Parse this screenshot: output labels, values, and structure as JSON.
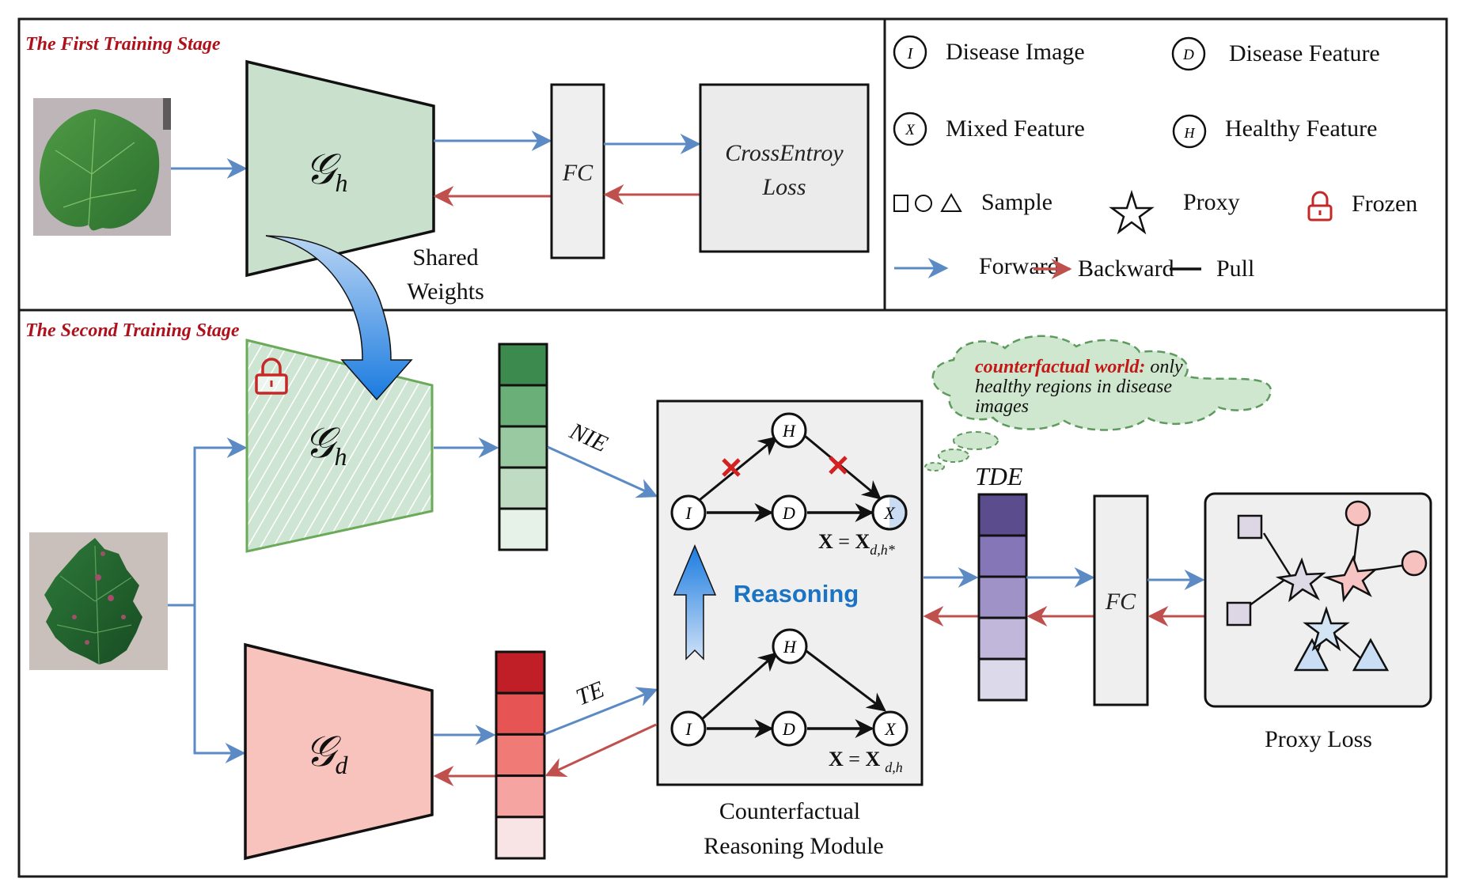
{
  "stage1": {
    "title": "The First Training Stage",
    "encoder_symbol": "𝒢",
    "encoder_subscript": "h",
    "fc_label": "FC",
    "loss_label_line1": "CrossEntroy",
    "loss_label_line2": "Loss",
    "shared_weights_line1": "Shared",
    "shared_weights_line2": "Weights",
    "input_image": "healthy-leaf"
  },
  "legend": {
    "items": [
      {
        "symbol": "I",
        "label": "Disease Image"
      },
      {
        "symbol": "D",
        "label": "Disease Feature"
      },
      {
        "symbol": "X",
        "label": "Mixed Feature"
      },
      {
        "symbol": "H",
        "label": "Healthy Feature"
      }
    ],
    "sample_label": "Sample",
    "proxy_label": "Proxy",
    "frozen_label": "Frozen",
    "forward_label": "Forward",
    "backward_label": "Backward",
    "pull_label": "Pull"
  },
  "stage2": {
    "title": "The Second Training Stage",
    "healthy_encoder_symbol": "𝒢",
    "healthy_encoder_subscript": "h",
    "disease_encoder_symbol": "𝒢",
    "disease_encoder_subscript": "d",
    "nie_label": "NIE",
    "te_label": "TE",
    "tde_label": "TDE",
    "fc_label": "FC",
    "proxy_loss_label": "Proxy Loss",
    "input_image": "diseased-leaf",
    "healthy_feature_colors": [
      "#3d8a4f",
      "#6aae78",
      "#98c9a0",
      "#bfdcc3",
      "#e6f1e7"
    ],
    "disease_feature_colors": [
      "#c11f27",
      "#e65454",
      "#f07a76",
      "#f5a4a1",
      "#f8e4e4"
    ],
    "tde_feature_colors": [
      "#5a4c8d",
      "#8576b7",
      "#9e92c6",
      "#c0b7da",
      "#dcd9ea"
    ],
    "thought_bubble": {
      "emphasis": "counterfactual world:",
      "text_line1": " only",
      "text_line2": "healthy regions in disease",
      "text_line3": "images"
    },
    "module": {
      "title_line1": "Counterfactual",
      "title_line2": "Reasoning Module",
      "reasoning_label": "Reasoning",
      "top_graph": {
        "nodes": [
          "I",
          "H",
          "D",
          "X"
        ],
        "equation_lhs": "X",
        "equation_rhs": "X",
        "equation_sub": "d,h*",
        "blocked_edges": [
          "I→H",
          "H→X"
        ]
      },
      "bottom_graph": {
        "nodes": [
          "I",
          "H",
          "D",
          "X"
        ],
        "equation_lhs": "X",
        "equation_rhs": "X",
        "equation_sub": "d,h"
      }
    }
  },
  "colors": {
    "forward": "#5b8ac4",
    "backward": "#c0504d",
    "stage_title": "#b0101a",
    "healthy_encoder_fill": "#c9e2cf",
    "disease_encoder_fill": "#f8c3bd",
    "reasoning_blue": "#1a73c4",
    "frozen_red": "#c62828"
  }
}
